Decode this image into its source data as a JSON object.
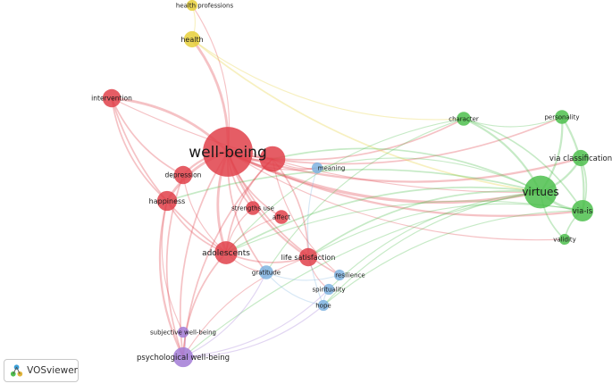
{
  "app": {
    "brand": "VOSviewer",
    "logo_icon": "vosviewer-logo-icon"
  },
  "palette": {
    "red": "#e0414a",
    "green": "#4dbf4d",
    "yellow": "#e6cf3a",
    "purple": "#a27bd6",
    "blue": "#7fb3e0"
  },
  "network": {
    "nodes": [
      {
        "id": "health-professions",
        "label": "health professions",
        "cluster": "yellow",
        "weight": 1
      },
      {
        "id": "health",
        "label": "health",
        "cluster": "yellow",
        "weight": 3
      },
      {
        "id": "intervention",
        "label": "intervention",
        "cluster": "red",
        "weight": 4
      },
      {
        "id": "well-being",
        "label": "well-being",
        "cluster": "red",
        "weight": 40
      },
      {
        "id": "depression",
        "label": "depression",
        "cluster": "red",
        "weight": 4
      },
      {
        "id": "happiness",
        "label": "happiness",
        "cluster": "red",
        "weight": 5
      },
      {
        "id": "strengths-use",
        "label": "strengths use",
        "cluster": "red",
        "weight": 2
      },
      {
        "id": "affect",
        "label": "affect",
        "cluster": "red",
        "weight": 2
      },
      {
        "id": "adolescents",
        "label": "adolescents",
        "cluster": "red",
        "weight": 7
      },
      {
        "id": "life-satisfaction",
        "label": "life satisfaction",
        "cluster": "red",
        "weight": 4
      },
      {
        "id": "red-hub",
        "label": "",
        "cluster": "red",
        "weight": 9
      },
      {
        "id": "meaning",
        "label": "meaning",
        "cluster": "blue",
        "weight": 1
      },
      {
        "id": "resilience",
        "label": "resilience",
        "cluster": "blue",
        "weight": 1
      },
      {
        "id": "gratitude",
        "label": "gratitude",
        "cluster": "blue",
        "weight": 2
      },
      {
        "id": "spirituality",
        "label": "spirituality",
        "cluster": "blue",
        "weight": 1
      },
      {
        "id": "hope",
        "label": "hope",
        "cluster": "blue",
        "weight": 1
      },
      {
        "id": "subjective-well-being",
        "label": "subjective well-being",
        "cluster": "purple",
        "weight": 1
      },
      {
        "id": "psychological-well-being",
        "label": "psychological well-being",
        "cluster": "purple",
        "weight": 5
      },
      {
        "id": "character",
        "label": "character",
        "cluster": "green",
        "weight": 2
      },
      {
        "id": "personality",
        "label": "personality",
        "cluster": "green",
        "weight": 2
      },
      {
        "id": "via-classification",
        "label": "via classification",
        "cluster": "green",
        "weight": 3
      },
      {
        "id": "virtues",
        "label": "virtues",
        "cluster": "green",
        "weight": 16
      },
      {
        "id": "via-is",
        "label": "via-is",
        "cluster": "green",
        "weight": 6
      },
      {
        "id": "validity",
        "label": "validity",
        "cluster": "green",
        "weight": 1
      }
    ],
    "links": [
      [
        "well-being",
        "virtues",
        5
      ],
      [
        "well-being",
        "character",
        2
      ],
      [
        "well-being",
        "via-classification",
        3
      ],
      [
        "well-being",
        "via-is",
        3
      ],
      [
        "well-being",
        "personality",
        2
      ],
      [
        "well-being",
        "health",
        4
      ],
      [
        "well-being",
        "health-professions",
        1
      ],
      [
        "well-being",
        "intervention",
        4
      ],
      [
        "well-being",
        "depression",
        3
      ],
      [
        "well-being",
        "happiness",
        4
      ],
      [
        "well-being",
        "adolescents",
        4
      ],
      [
        "well-being",
        "life-satisfaction",
        3
      ],
      [
        "well-being",
        "strengths-use",
        2
      ],
      [
        "well-being",
        "affect",
        2
      ],
      [
        "well-being",
        "meaning",
        1
      ],
      [
        "well-being",
        "red-hub",
        4
      ],
      [
        "well-being",
        "psychological-well-being",
        2
      ],
      [
        "well-being",
        "resilience",
        2
      ],
      [
        "well-being",
        "gratitude",
        2
      ],
      [
        "well-being",
        "validity",
        1
      ],
      [
        "health",
        "virtues",
        2
      ],
      [
        "health",
        "character",
        1
      ],
      [
        "health",
        "health-professions",
        1
      ],
      [
        "intervention",
        "happiness",
        2
      ],
      [
        "intervention",
        "depression",
        2
      ],
      [
        "intervention",
        "adolescents",
        2
      ],
      [
        "intervention",
        "virtues",
        1
      ],
      [
        "virtues",
        "character",
        3
      ],
      [
        "virtues",
        "personality",
        3
      ],
      [
        "virtues",
        "via-classification",
        3
      ],
      [
        "virtues",
        "via-is",
        4
      ],
      [
        "virtues",
        "validity",
        2
      ],
      [
        "virtues",
        "adolescents",
        2
      ],
      [
        "virtues",
        "life-satisfaction",
        2
      ],
      [
        "virtues",
        "happiness",
        2
      ],
      [
        "virtues",
        "psychological-well-being",
        1
      ],
      [
        "virtues",
        "red-hub",
        2
      ],
      [
        "virtues",
        "meaning",
        1
      ],
      [
        "virtues",
        "hope",
        1
      ],
      [
        "virtues",
        "spirituality",
        1
      ],
      [
        "via-is",
        "personality",
        3
      ],
      [
        "via-is",
        "validity",
        2
      ],
      [
        "via-is",
        "via-classification",
        2
      ],
      [
        "via-is",
        "character",
        2
      ],
      [
        "via-is",
        "adolescents",
        1
      ],
      [
        "via-is",
        "life-satisfaction",
        1
      ],
      [
        "via-is",
        "hope",
        1
      ],
      [
        "character",
        "adolescents",
        1
      ],
      [
        "character",
        "gratitude",
        1
      ],
      [
        "character",
        "personality",
        1
      ],
      [
        "happiness",
        "psychological-well-being",
        3
      ],
      [
        "happiness",
        "subjective-well-being",
        1
      ],
      [
        "happiness",
        "adolescents",
        2
      ],
      [
        "depression",
        "psychological-well-being",
        2
      ],
      [
        "depression",
        "adolescents",
        1
      ],
      [
        "adolescents",
        "life-satisfaction",
        2
      ],
      [
        "adolescents",
        "gratitude",
        1
      ],
      [
        "adolescents",
        "psychological-well-being",
        2
      ],
      [
        "life-satisfaction",
        "psychological-well-being",
        1
      ],
      [
        "life-satisfaction",
        "red-hub",
        2
      ],
      [
        "life-satisfaction",
        "spirituality",
        1
      ],
      [
        "red-hub",
        "psychological-well-being",
        2
      ],
      [
        "red-hub",
        "meaning",
        1
      ],
      [
        "red-hub",
        "resilience",
        1
      ],
      [
        "red-hub",
        "adolescents",
        2
      ],
      [
        "psychological-well-being",
        "subjective-well-being",
        1
      ],
      [
        "psychological-well-being",
        "gratitude",
        1
      ],
      [
        "psychological-well-being",
        "spirituality",
        1
      ],
      [
        "psychological-well-being",
        "hope",
        1
      ],
      [
        "gratitude",
        "hope",
        1
      ],
      [
        "gratitude",
        "resilience",
        1
      ],
      [
        "spirituality",
        "hope",
        1
      ],
      [
        "meaning",
        "hope",
        1
      ],
      [
        "affect",
        "adolescents",
        1
      ],
      [
        "strengths-use",
        "adolescents",
        1
      ]
    ]
  }
}
